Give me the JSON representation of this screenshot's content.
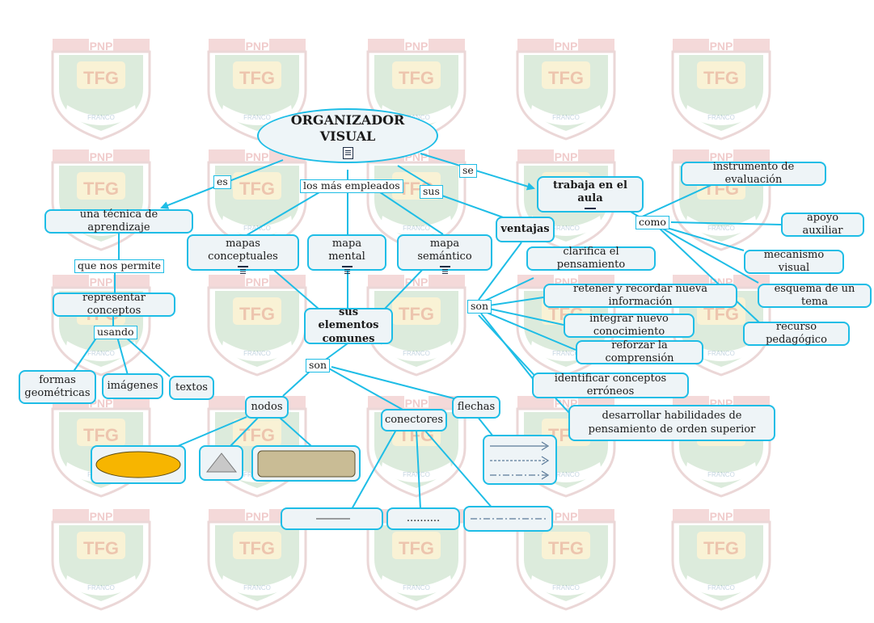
{
  "root": {
    "label": "ORGANIZADOR VISUAL",
    "icon": "document-icon"
  },
  "watermark": {
    "top_text": "PNP",
    "center_text": "TFG",
    "ribbon_text": "FRANCO"
  },
  "link_labels": {
    "es": "es",
    "los_mas_empleados": "los más empleados",
    "sus": "sus",
    "se": "se",
    "que_nos_permite": "que nos permite",
    "usando": "usando",
    "son_elementos": "son",
    "son_ventajas": "son",
    "como": "como"
  },
  "nodes": {
    "tecnica": "una técnica de aprendizaje",
    "representar": "representar conceptos",
    "formas": "formas geométricas",
    "imagenes": "imágenes",
    "textos": "textos",
    "mapas_conceptuales": "mapas conceptuales",
    "mapa_mental": "mapa mental",
    "mapa_semantico": "mapa semántico",
    "sus_elementos": "sus elementos comunes",
    "nodos": "nodos",
    "conectores": "conectores",
    "flechas": "flechas",
    "conector_punteado": "..........",
    "ventajas": "ventajas",
    "trabaja": "trabaja en el aula",
    "clarifica": "clarifica el pensamiento",
    "retener": "retener y recordar nueva información",
    "integrar": "integrar nuevo conocimiento",
    "reforzar": "reforzar la comprensión",
    "identificar": "identificar conceptos erróneos",
    "desarrollar": "desarrollar habilidades de pensamiento de orden superior",
    "instrumento": "instrumento de evaluación",
    "apoyo": "apoyo auxiliar",
    "mecanismo": "mecanismo visual",
    "esquema": "esquema de un tema",
    "recurso": "recurso pedagógico"
  },
  "colors": {
    "connector": "#1ebde6",
    "node_fill": "#eef4f7",
    "ellipse_fill": "#f7b500",
    "rect_fill": "#c9bc95",
    "triangle_fill": "#c8c8c8",
    "arrow_sample": "#5b7a99"
  }
}
